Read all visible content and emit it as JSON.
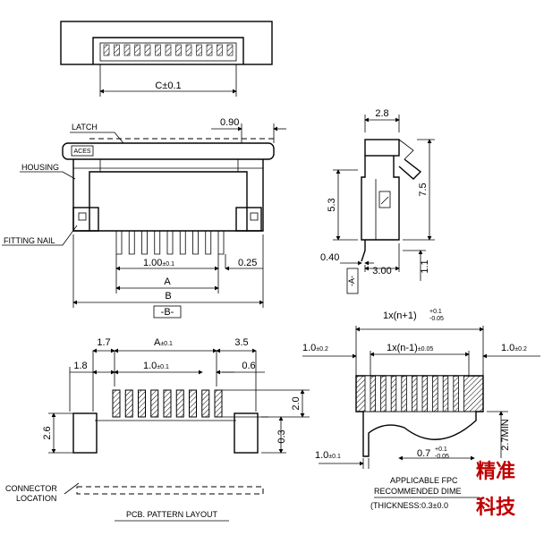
{
  "top_view": {
    "dim_c": "C±0.1"
  },
  "front_view": {
    "label_latch": "LATCH",
    "label_housing": "HOUSING",
    "label_fitting_nail": "FITTING NAIL",
    "latch_mark": "ACES",
    "dim_090": "0.90",
    "dim_pitch": "1.00",
    "dim_pitch_tol": "±0.1",
    "dim_025": "0.25",
    "dim_a": "A",
    "dim_b": "B",
    "datum_b": "-B-"
  },
  "side_view": {
    "dim_28": "2.8",
    "dim_53": "5.3",
    "dim_75": "7.5",
    "dim_040": "0.40",
    "dim_300": "3.00",
    "dim_11": "1.1",
    "datum_a": "-A-"
  },
  "pcb_layout": {
    "dim_17": "1.7",
    "dim_a": "A",
    "dim_a_tol": "±0.1",
    "dim_35": "3.5",
    "dim_18": "1.8",
    "dim_pitch": "1.0",
    "dim_pitch_tol": "±0.1",
    "dim_06": "0.6",
    "dim_20": "2.0",
    "dim_26": "2.6",
    "dim_03": "0.3",
    "connector_location_1": "CONNECTOR",
    "connector_location_2": "LOCATION",
    "title": "PCB. PATTERN LAYOUT"
  },
  "fpc": {
    "dim_top": "1x(n+1)",
    "dim_top_tol_plus": "+0.1",
    "dim_top_tol_minus": "-0.05",
    "dim_inner": "1x(n-1)",
    "dim_inner_tol": "±0.05",
    "dim_left": "1.0",
    "dim_left_tol": "±0.2",
    "dim_right": "1.0",
    "dim_right_tol": "±0.2",
    "dim_bottom_left": "1.0",
    "dim_bottom_left_tol": "±0.1",
    "dim_bottom_mid": "0.7",
    "dim_bottom_mid_tol_plus": "+0.1",
    "dim_bottom_mid_tol_minus": "-0.05",
    "dim_27": "2.7MIN",
    "note_1": "APPLICABLE FPC",
    "note_2": "RECOMMENDED DIME",
    "note_3": "(THICKNESS:0.3±0.0"
  },
  "watermark": {
    "line_1": "精准",
    "line_2": "科技"
  }
}
